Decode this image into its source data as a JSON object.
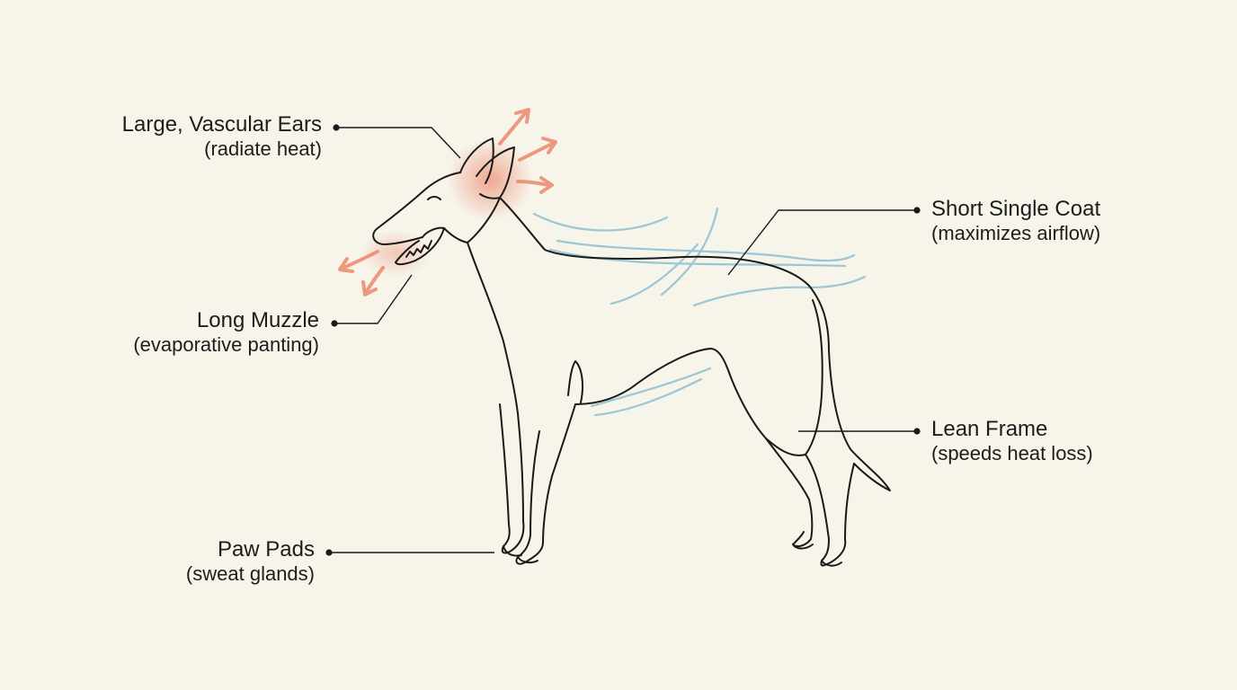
{
  "colors": {
    "background": "#f7f4ea",
    "outline": "#1a1a1a",
    "heat": "#ec8f74",
    "airflow": "#9cc6d4",
    "leader": "#1a1a1a"
  },
  "callouts": {
    "ears": {
      "title": "Large, Vascular Ears",
      "sub": "(radiate heat)"
    },
    "muzzle": {
      "title": "Long Muzzle",
      "sub": "(evaporative panting)"
    },
    "paws": {
      "title": "Paw Pads",
      "sub": "(sweat glands)"
    },
    "coat": {
      "title": "Short Single Coat",
      "sub": "(maximizes airflow)"
    },
    "frame": {
      "title": "Lean Frame",
      "sub": "(speeds heat loss)"
    }
  }
}
